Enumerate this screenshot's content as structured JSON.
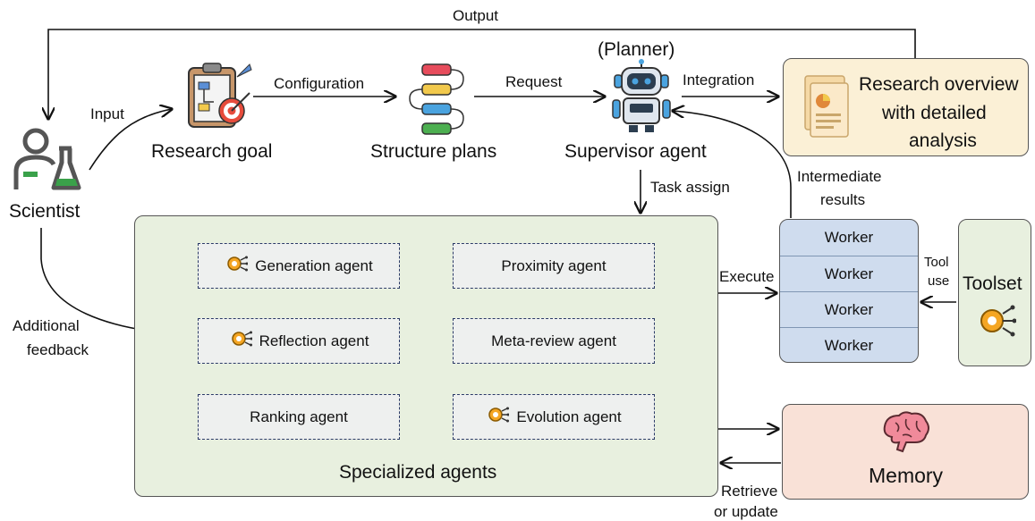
{
  "labels": {
    "output": "Output",
    "input": "Input",
    "configuration": "Configuration",
    "request": "Request",
    "integration": "Integration",
    "planner": "(Planner)",
    "scientist": "Scientist",
    "research_goal": "Research goal",
    "structure_plans": "Structure plans",
    "supervisor_agent": "Supervisor agent",
    "task_assign": "Task assign",
    "intermediate_results_1": "Intermediate",
    "intermediate_results_2": "results",
    "additional_feedback_1": "Additional",
    "additional_feedback_2": "feedback",
    "execute": "Execute",
    "tool_use_1": "Tool",
    "tool_use_2": "use",
    "toolset": "Toolset",
    "memory": "Memory",
    "retrieve_1": "Retrieve",
    "retrieve_2": "or update",
    "specialized_agents": "Specialized agents",
    "overview_1": "Research overview",
    "overview_2": "with detailed",
    "overview_3": "analysis"
  },
  "agents": {
    "generation": "Generation agent",
    "proximity": "Proximity agent",
    "reflection": "Reflection agent",
    "meta_review": "Meta-review agent",
    "ranking": "Ranking agent",
    "evolution": "Evolution agent"
  },
  "workers": [
    "Worker",
    "Worker",
    "Worker",
    "Worker"
  ],
  "colors": {
    "specialized_bg": "#e8f0df",
    "overview_bg": "#fbf0d6",
    "memory_bg": "#f9e1d7",
    "worker_bg": "#cfdcee",
    "agent_border": "#2b3a67"
  },
  "icons": [
    "scientist-icon",
    "clipboard-goal-icon",
    "plan-list-icon",
    "robot-icon",
    "document-chart-icon",
    "gear-brain-icon",
    "brain-icon"
  ]
}
